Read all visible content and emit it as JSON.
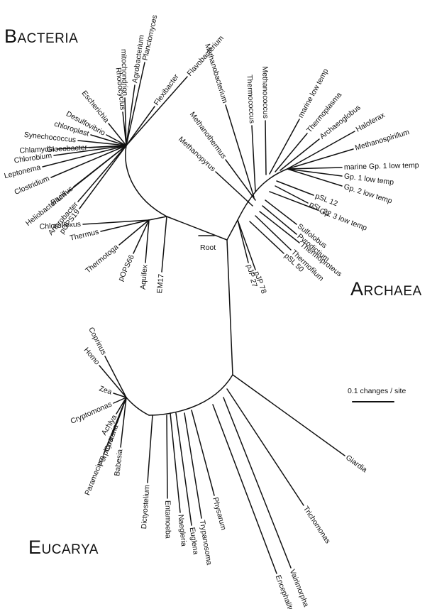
{
  "domains": {
    "bacteria": "Bacteria",
    "archaea": "Archaea",
    "eucarya": "Eucarya"
  },
  "root_label": "Root",
  "scale_bar_label": "0.1 changes / site",
  "taxa": {
    "bacteria": [
      "Planctomyces",
      "Flavobacterium",
      "mitochondrion",
      "Rhodocyclus",
      "Agrobacterium",
      "Flexibacter",
      "Escherichia",
      "Desulfovibrio",
      "chloroplast",
      "Synechococcus",
      "Gloeobacter",
      "Chlamydia",
      "Chlorobium",
      "Leptonema",
      "Clostridium",
      "Bacillus",
      "Heliobacterium",
      "Arthrobacter",
      "pOPS19",
      "Chloroflexus",
      "Thermus",
      "Thermotoga",
      "pOPS66",
      "Aquifex",
      "EM17"
    ],
    "archaea": [
      "Methanobacterium",
      "Thermococcus",
      "Methanococcus",
      "marine low temp",
      "Thermoplasma",
      "Archaeoglobus",
      "Haloferax",
      "Methanothermus",
      "Methanopyrus",
      "Methanospirillum",
      "marine Gp. 1 low temp",
      "Gp. 1 low temp",
      "Gp. 2 low temp",
      "pSL 12",
      "pSL 22",
      "Gp. 3 low temp",
      "Sulfolobus",
      "Pyrodictium",
      "Thermoproteus",
      "Thermofilum",
      "pSL 50",
      "pJP 78",
      "pJP 27"
    ],
    "eucarya": [
      "Coprinus",
      "Homo",
      "Zea",
      "Cryptomonas",
      "Achlya",
      "Costaria",
      "Porphyra",
      "Paramecium",
      "Babesia",
      "Dictyostelium",
      "Entamoeba",
      "Naegleria",
      "Euglena",
      "Trypanosoma",
      "Physarum",
      "Encephalitozoon",
      "Vairimorpha",
      "Trichomonas",
      "Giardia"
    ]
  }
}
